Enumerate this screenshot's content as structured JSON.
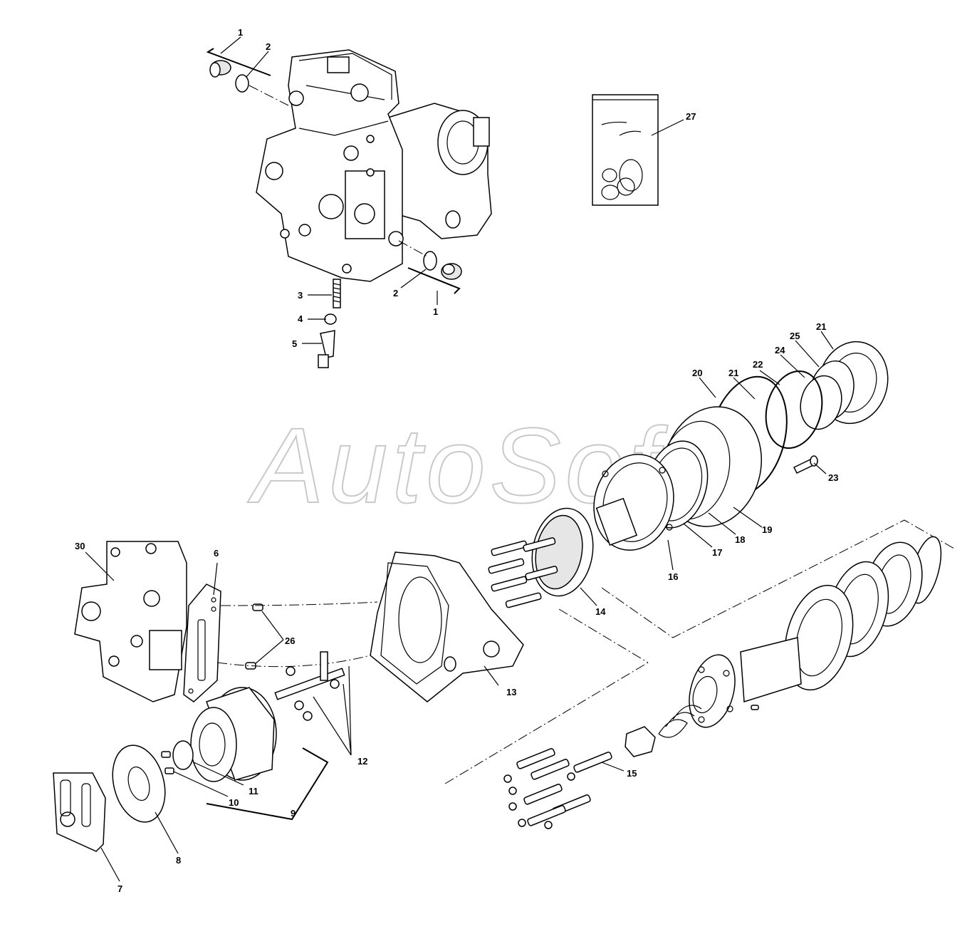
{
  "watermark": "AutoSoft",
  "callouts": [
    "1",
    "2",
    "3",
    "4",
    "5",
    "6",
    "7",
    "8",
    "9",
    "10",
    "11",
    "12",
    "13",
    "14",
    "15",
    "16",
    "17",
    "18",
    "19",
    "20",
    "21",
    "22",
    "23",
    "24",
    "25",
    "26",
    "27",
    "30"
  ]
}
